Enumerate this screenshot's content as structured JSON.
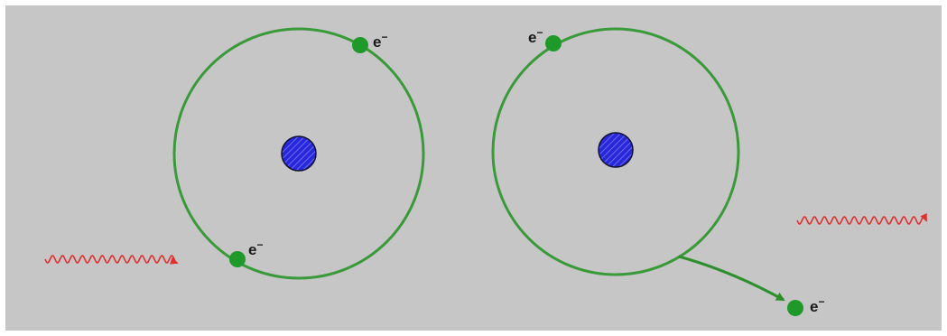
{
  "diagram": {
    "labels": {
      "electron_top_left_atom": "e",
      "electron_bottom_left_atom": "e",
      "electron_right_atom": "e",
      "electron_ejected": "e",
      "charge_sign": "−"
    },
    "colors": {
      "background": "#c6c6c6",
      "orbit": "#3a9a3a",
      "electron": "#1f9a2a",
      "nucleus": "#2222cc",
      "photon": "#e03030",
      "arrow": "#2e8f2e"
    },
    "icons": {
      "nucleus": "nucleus-icon",
      "electron": "electron-icon",
      "photon": "photon-wave-icon"
    }
  }
}
